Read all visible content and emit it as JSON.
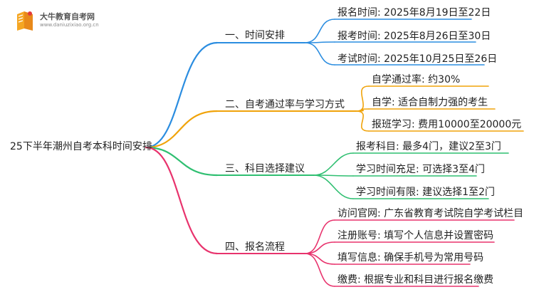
{
  "logo": {
    "name": "大牛教育自考网",
    "url": "www.daniuzixiao.org.cn"
  },
  "root": {
    "label": "25下半年潮州自考本科时间安排"
  },
  "branches": [
    {
      "label": "一、时间安排",
      "color": "#2b8de0",
      "items": [
        "报名时间: 2025年8月19日至22日",
        "报考时间: 2025年8月26日至30日",
        "考试时间: 2025年10月25日至26日"
      ]
    },
    {
      "label": "二、自考通过率与学习方式",
      "color": "#f0a30a",
      "items": [
        "自学通过率: 约30%",
        "自学: 适合自制力强的考生",
        "报班学习: 费用10000至20000元"
      ]
    },
    {
      "label": "三、科目选择建议",
      "color": "#2fbf71",
      "items": [
        "报考科目: 最多4门，建议2至3门",
        "学习时间充足: 可选择3至4门",
        "学习时间有限: 建议选择1至2门"
      ]
    },
    {
      "label": "四、报名流程",
      "color": "#e8336d",
      "items": [
        "访问官网: 广东省教育考试院自学考试栏目",
        "注册账号: 填写个人信息并设置密码",
        "填写信息: 确保手机号为常用号码",
        "缴费: 根据专业和科目进行报名缴费"
      ]
    }
  ]
}
